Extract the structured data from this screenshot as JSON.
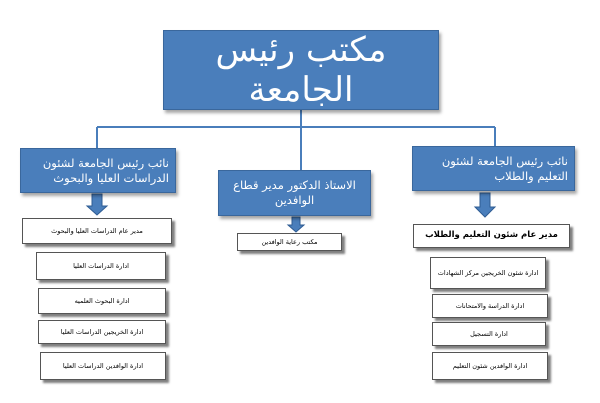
{
  "top": {
    "title": "مكتب رئيس الجامعة"
  },
  "branches": {
    "left": {
      "title": "نائب رئيس الجامعة لشئون الدراسات العليا والبحوث"
    },
    "middle": {
      "title": "الاستاذ الدكتور مدير قطاع الوافدين"
    },
    "right": {
      "title": "نائب رئيس الجامعة لشئون التعليم والطلاب"
    }
  },
  "left_column": {
    "manager": "مدير عام الدراسات العليا والبحوث",
    "items": [
      "ادارة الدراسات العليا",
      "ادارة البحوث العلميه",
      "ادارة الخريجين الدراسات العليا",
      "ادارة الوافدين الدراسات العليا"
    ]
  },
  "middle_column": {
    "items": [
      "مكتب رعاية الوافدين"
    ]
  },
  "right_column": {
    "manager": "مدير عام شئون التعليم والطلاب",
    "items": [
      "ادارة شئون الخريجين مركز الشهادات",
      "ادارة الدراسة والامتحانات",
      "ادارة التسجيل",
      "ادارة الوافدين شئون التعليم"
    ]
  },
  "colors": {
    "box_fill": "#4a7ebb",
    "box_text": "#ffffff",
    "line": "#4a7ebb",
    "arrow": "#4a7ebb"
  }
}
